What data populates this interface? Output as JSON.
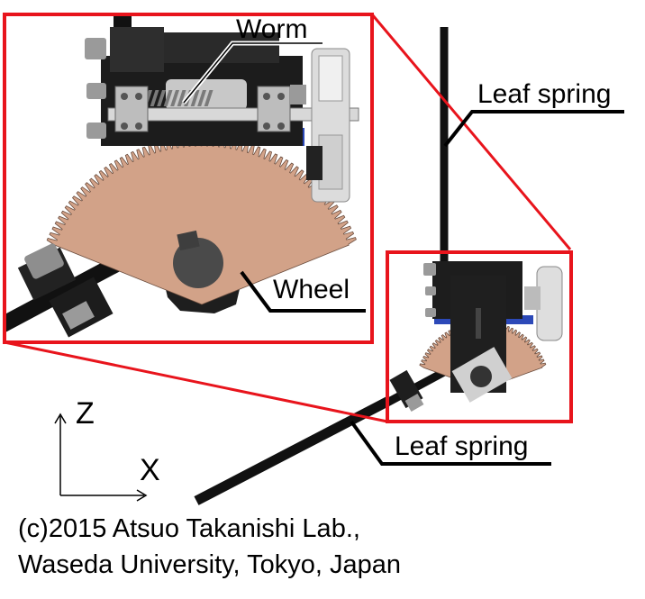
{
  "labels": {
    "worm": "Worm",
    "leaf_spring_top": "Leaf spring",
    "wheel": "Wheel",
    "leaf_spring_bottom": "Leaf spring"
  },
  "axes": {
    "z": "Z",
    "x": "X"
  },
  "copyright": {
    "line1": "(c)2015 Atsuo Takanishi Lab.,",
    "line2": "Waseda University, Tokyo, Japan"
  },
  "colors": {
    "callout_frame": "#e8141c",
    "wheel": "#d2a288",
    "dark_housing": "#1e1e1e",
    "gray_part": "#9a9a9a",
    "light_part": "#e2e2e2",
    "blue_gear": "#2c49b8",
    "rod": "#111111"
  }
}
